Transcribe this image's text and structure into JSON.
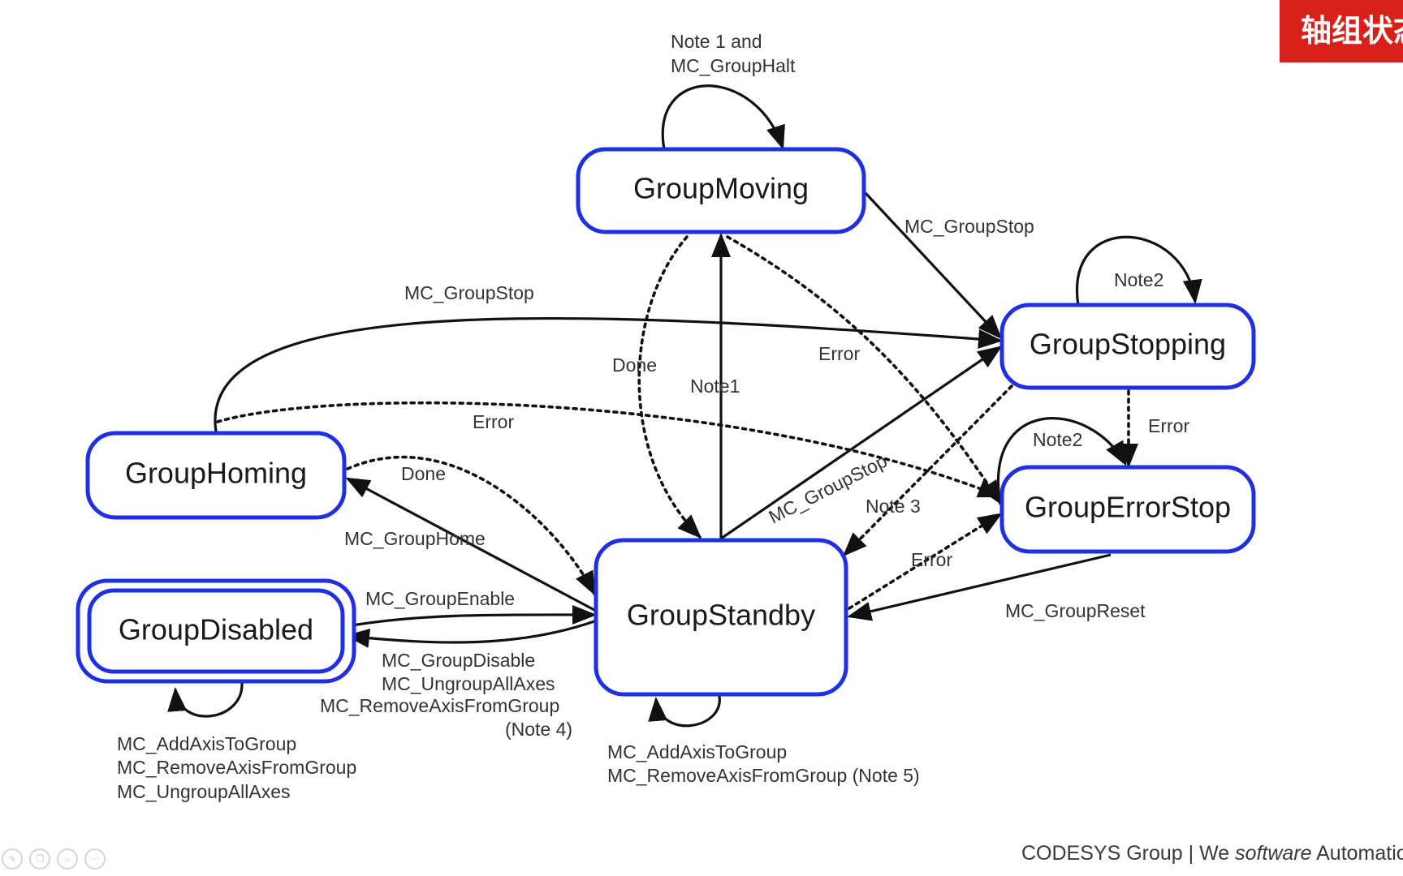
{
  "badge": {
    "text": "轴组状态"
  },
  "footer": {
    "prefix": "CODESYS Group | We ",
    "emph": "software",
    "suffix": " Automation."
  },
  "toolbar": {
    "icons": [
      "pencil-icon",
      "copy-icon",
      "zoom-icon",
      "more-icon"
    ]
  },
  "colors": {
    "state_border": "#1f2fe6",
    "badge_bg": "#d8201b",
    "arrow": "#111111"
  },
  "states": {
    "moving": "GroupMoving",
    "stopping": "GroupStopping",
    "homing": "GroupHoming",
    "errorstop": "GroupErrorStop",
    "standby": "GroupStandby",
    "disabled": "GroupDisabled"
  },
  "labels": {
    "note1_and": "Note 1 and",
    "mc_grouphalt": "MC_GroupHalt",
    "mc_groupstop_top": "MC_GroupStop",
    "mc_groupstop_arc": "MC_GroupStop",
    "note2_stopping": "Note2",
    "done_left": "Done",
    "note1": "Note1",
    "error_center": "Error",
    "error_homing": "Error",
    "error_stopping": "Error",
    "note2_errorstop": "Note2",
    "done_homing": "Done",
    "mc_groupstop_diag": "MC_GroupStop",
    "note3": "Note 3",
    "mc_grouphome": "MC_GroupHome",
    "error_errorstop": "Error",
    "mc_groupenable": "MC_GroupEnable",
    "mc_groupreset": "MC_GroupReset",
    "mc_groupdisable": "MC_GroupDisable",
    "mc_ungroupallaxes_1": "MC_UngroupAllAxes",
    "mc_removeaxis_note4": "MC_RemoveAxisFromGroup",
    "note4": "(Note 4)",
    "dis_addaxis": "MC_AddAxisToGroup",
    "dis_removeaxis": "MC_RemoveAxisFromGroup",
    "dis_ungroup": "MC_UngroupAllAxes",
    "stb_addaxis": "MC_AddAxisToGroup",
    "stb_removeaxis": "MC_RemoveAxisFromGroup (Note 5)"
  }
}
